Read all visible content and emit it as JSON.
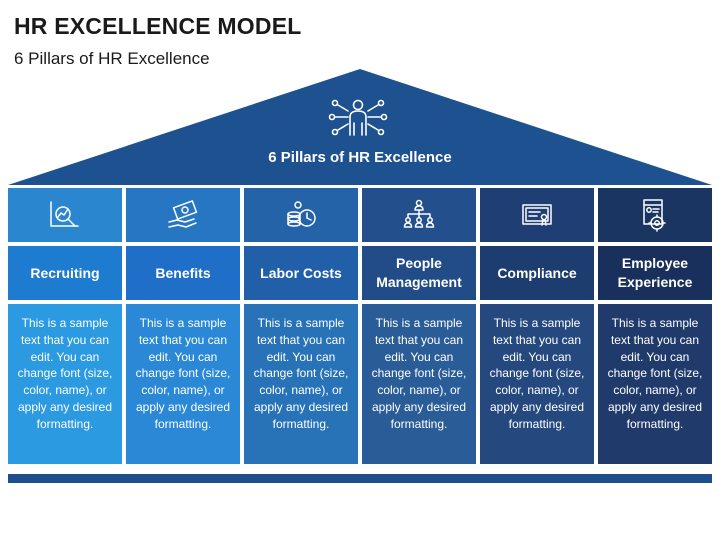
{
  "title": "HR EXCELLENCE MODEL",
  "subtitle": "6 Pillars of HR Excellence",
  "roof": {
    "label": "6 Pillars of HR Excellence",
    "icon": "person-network-icon",
    "color": "#1e5190"
  },
  "pillars": [
    {
      "title": "Recruiting",
      "text": "This is a sample text that you can edit. You can change font (size, color, name), or apply any desired formatting.",
      "icon": "magnifier-chart-icon",
      "icon_color": "#2a87cf",
      "title_color": "#1d7bd0",
      "text_color": "#2b9ae0"
    },
    {
      "title": "Benefits",
      "text": "This is a sample text that you can edit. You can change font (size, color, name), or apply any desired formatting.",
      "icon": "money-hand-icon",
      "icon_color": "#2776c4",
      "title_color": "#1f6ec7",
      "text_color": "#2a88d6"
    },
    {
      "title": "Labor Costs",
      "text": "This is a sample text that you can edit. You can change font (size, color, name), or apply any desired formatting.",
      "icon": "coins-clock-icon",
      "icon_color": "#2563a8",
      "title_color": "#215fa8",
      "text_color": "#2873b8"
    },
    {
      "title": "People Management",
      "text": "This is a sample text that you can edit. You can change font (size, color, name), or apply any desired formatting.",
      "icon": "org-chart-icon",
      "icon_color": "#234f8d",
      "title_color": "#214c88",
      "text_color": "#2a5d98"
    },
    {
      "title": "Compliance",
      "text": "This is a sample text that you can edit. You can change font (size, color, name), or apply any desired formatting.",
      "icon": "certificate-icon",
      "icon_color": "#1f3f74",
      "title_color": "#1d3c70",
      "text_color": "#25497f"
    },
    {
      "title": "Employee Experience",
      "text": "This is a sample text that you can edit. You can change font (size, color, name), or apply any desired formatting.",
      "icon": "document-gear-icon",
      "icon_color": "#1b3563",
      "title_color": "#19305d",
      "text_color": "#203b6b"
    }
  ],
  "base_color": "#1e4f8a"
}
